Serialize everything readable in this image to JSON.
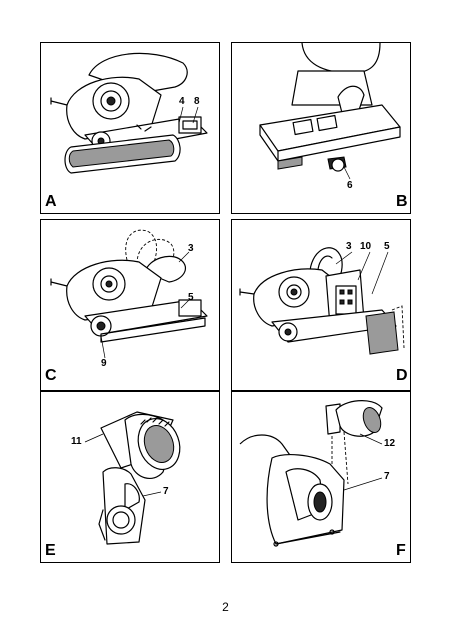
{
  "panels": [
    {
      "letter": "A",
      "callouts": [
        "4",
        "8"
      ]
    },
    {
      "letter": "B",
      "callouts": [
        "6"
      ]
    },
    {
      "letter": "C",
      "callouts": [
        "3",
        "5",
        "9"
      ]
    },
    {
      "letter": "D",
      "callouts": [
        "3",
        "10",
        "5"
      ]
    },
    {
      "letter": "E",
      "callouts": [
        "11",
        "7"
      ]
    },
    {
      "letter": "F",
      "callouts": [
        "12",
        "7"
      ]
    }
  ],
  "page_number": "2"
}
